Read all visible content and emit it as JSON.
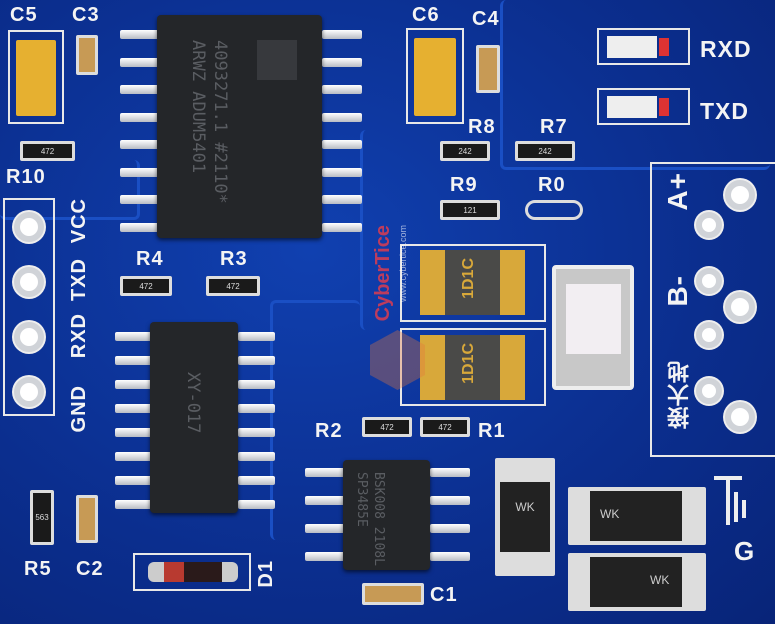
{
  "board": {
    "color": "#0b2e8e",
    "silk_color": "#f4f4f4"
  },
  "chips": {
    "isolator": {
      "lines": [
        "ADUM5401",
        "ARWZ",
        "#2110*",
        "4093271.1"
      ]
    },
    "mcu": {
      "text": "XY-017"
    },
    "transceiver": {
      "lines": [
        "SP3485E",
        "2108L",
        "BSK008"
      ]
    },
    "fuse_marking": "1D1C",
    "diode_marking": "WK"
  },
  "labels": {
    "c5": "C5",
    "c3": "C3",
    "c6": "C6",
    "c4": "C4",
    "r10": "R10",
    "r8": "R8",
    "r7": "R7",
    "r9": "R9",
    "r0": "R0",
    "r4": "R4",
    "r3": "R3",
    "r2": "R2",
    "r1": "R1",
    "r5": "R5",
    "c2": "C2",
    "c1": "C1",
    "d1": "D1",
    "rxd_led": "RXD",
    "txd_led": "TXD",
    "header": [
      "VCC",
      "TXD",
      "RXD",
      "GND"
    ],
    "terminal": [
      "A+",
      "B-",
      "接大地"
    ],
    "ground": "G"
  },
  "resistor_codes": {
    "r10": "472",
    "r8": "242",
    "r7": "242",
    "r9": "121",
    "r4": "472",
    "r3": "472",
    "r2": "472",
    "r1": "472",
    "r5": "563"
  },
  "watermark": {
    "brand": "CyberTice",
    "url": "www.cybertice.com"
  }
}
